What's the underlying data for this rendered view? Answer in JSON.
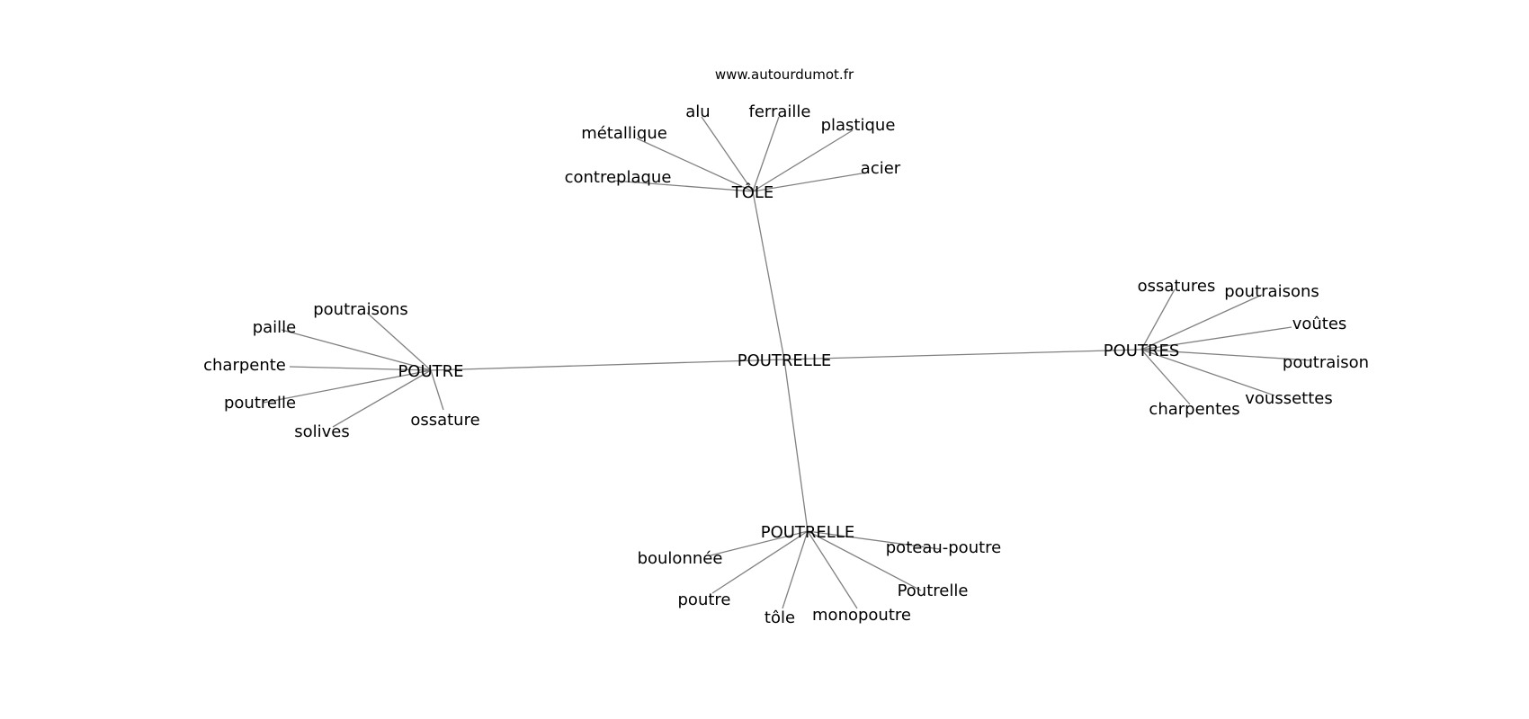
{
  "source": "www.autourdumot.fr",
  "center": "POUTRELLE",
  "clusters": [
    {
      "key": "tole",
      "hub": "TÔLE",
      "leaves": [
        "alu",
        "ferraille",
        "plastique",
        "métallique",
        "acier",
        "contreplaque"
      ]
    },
    {
      "key": "poutre",
      "hub": "POUTRE",
      "leaves": [
        "poutraisons",
        "paille",
        "charpente",
        "poutrelle",
        "solives",
        "ossature"
      ]
    },
    {
      "key": "poutres",
      "hub": "POUTRES",
      "leaves": [
        "ossatures",
        "poutraisons",
        "voûtes",
        "poutraison",
        "voussettes",
        "charpentes"
      ]
    },
    {
      "key": "poutrelle",
      "hub": "POUTRELLE",
      "leaves": [
        "boulonnée",
        "poteau-poutre",
        "poutre",
        "Poutrelle",
        "tôle",
        "monopoutre"
      ]
    }
  ]
}
